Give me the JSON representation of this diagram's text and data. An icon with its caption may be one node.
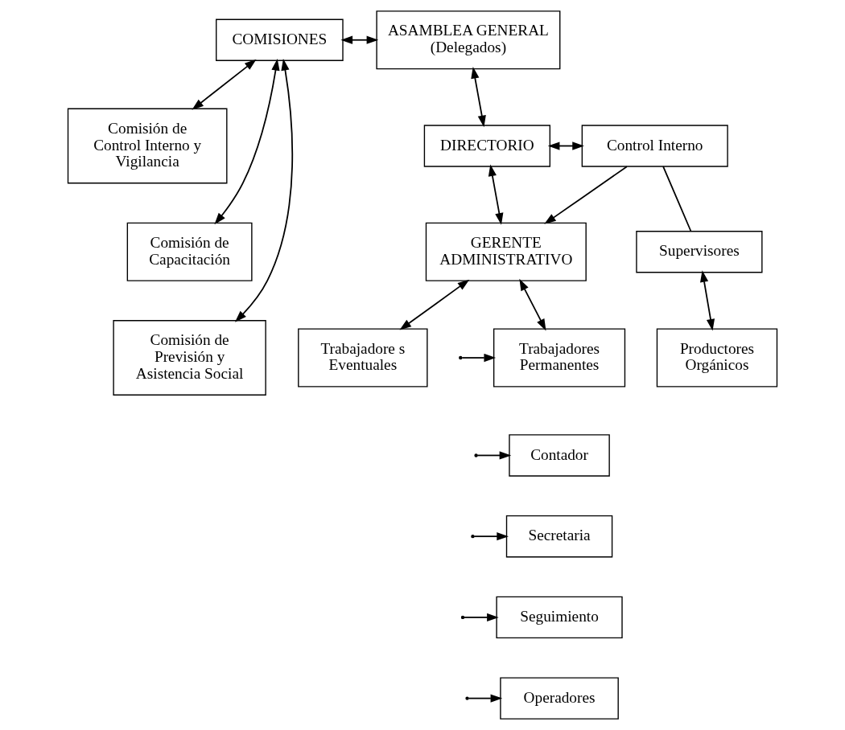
{
  "diagram": {
    "nodes": [
      {
        "text": [
          "COMISIONES"
        ]
      },
      {
        "text": [
          "ASAMBLEA GENERAL (Delegados)"
        ]
      },
      {
        "text": [
          "DIRECTORIO"
        ]
      },
      {
        "text": [
          "Control Interno"
        ]
      },
      {
        "text": [
          "GERENTE ADMINISTRATIVO"
        ]
      },
      {
        "text": [
          "Supervisores"
        ]
      },
      {
        "text": [
          "Comisión de Control Interno y Vigilancia"
        ]
      },
      {
        "text": [
          "Comisión de Capacitación"
        ]
      },
      {
        "text": [
          "Comisión de Previsión y Asistencia Social"
        ]
      },
      {
        "text": [
          "Trabajadores Permanentes"
        ]
      },
      {
        "text": [
          "Trabajadore s Eventuales"
        ]
      },
      {
        "text": [
          "Productores Orgánicos"
        ]
      },
      {
        "text": [
          "Contador"
        ]
      },
      {
        "text": [
          "Secretaria"
        ]
      },
      {
        "text": [
          "Seguimiento"
        ]
      },
      {
        "text": [
          "Operadores"
        ]
      }
    ],
    "edges": [
      {
        "from": 0,
        "to": 1,
        "arrow": "both"
      },
      {
        "from": 1,
        "to": 2,
        "arrow": "both"
      },
      {
        "from": 2,
        "to": 3,
        "arrow": "both"
      },
      {
        "from": 2,
        "to": 4,
        "arrow": "both"
      },
      {
        "from": 3,
        "to": 5,
        "arrow": "none"
      },
      {
        "from": 3,
        "to": 4,
        "arrow": "to"
      },
      {
        "from": 0,
        "to": 6,
        "arrow": "both"
      },
      {
        "from": 0,
        "to": 7,
        "arrow": "both"
      },
      {
        "from": 0,
        "to": 8,
        "arrow": "both"
      },
      {
        "from": 4,
        "to": 9,
        "arrow": "both"
      },
      {
        "from": 4,
        "to": 10,
        "arrow": "both"
      },
      {
        "from": 5,
        "to": 11,
        "arrow": "both"
      },
      {
        "from": null,
        "to": 9,
        "arrow": "to"
      },
      {
        "from": null,
        "to": 12,
        "arrow": "to"
      },
      {
        "from": null,
        "to": 13,
        "arrow": "to"
      },
      {
        "from": null,
        "to": 14,
        "arrow": "to"
      },
      {
        "from": null,
        "to": 15,
        "arrow": "to"
      }
    ]
  }
}
